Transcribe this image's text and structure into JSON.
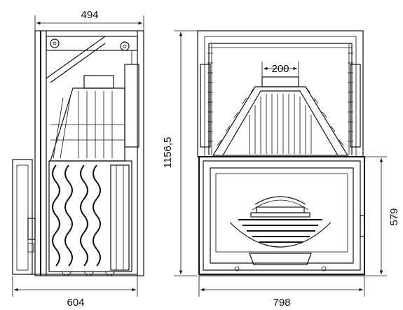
{
  "dimensions": {
    "side_top_width": "494",
    "side_bottom_width": "604",
    "front_height": "1156,5",
    "front_top_outlet": "200",
    "front_door_height": "579",
    "front_bottom_width": "798"
  },
  "colors": {
    "line": "#111111",
    "background": "#ffffff"
  }
}
